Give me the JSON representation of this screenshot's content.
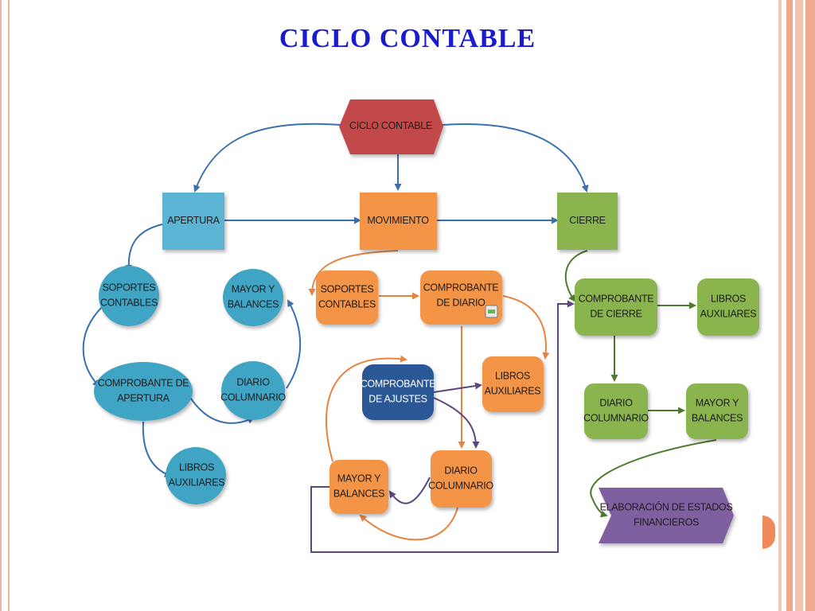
{
  "slide": {
    "title": "CICLO CONTABLE"
  },
  "colors": {
    "title": "#1a1ad0",
    "red": "#c1494a",
    "blue_rect": "#5bb4d4",
    "orange": "#f39446",
    "green": "#8ab44e",
    "cyan_ellipse": "#3fa4c4",
    "navy": "#2c5896",
    "purple": "#7e5f9f",
    "arrow_blue": "#3a6fb0",
    "arrow_orange": "#e8823e",
    "arrow_purple": "#5e4680",
    "arrow_green": "#4f7a2e"
  },
  "diagram": {
    "ciclo_contable": [
      "CICLO CONTABLE"
    ],
    "apertura": [
      "APERTURA"
    ],
    "movimiento": [
      "MOVIMIENTO"
    ],
    "cierre": [
      "CIERRE"
    ],
    "ap_soportes": [
      "SOPORTES",
      "CONTABLES"
    ],
    "ap_mayor": [
      "MAYOR Y",
      "BALANCES"
    ],
    "ap_comprobante": [
      "COMPROBANTE DE",
      "APERTURA"
    ],
    "ap_diario": [
      "DIARIO",
      "COLUMNARIO"
    ],
    "ap_libros": [
      "LIBROS",
      "AUXILIARES"
    ],
    "mv_soportes": [
      "SOPORTES",
      "CONTABLES"
    ],
    "mv_comprobante_diario": [
      "COMPROBANTE",
      "DE DIARIO"
    ],
    "mv_comprobante_ajustes": [
      "COMPROBANTE",
      "DE AJUSTES"
    ],
    "mv_libros": [
      "LIBROS",
      "AUXILIARES"
    ],
    "mv_mayor": [
      "MAYOR Y",
      "BALANCES"
    ],
    "mv_diario": [
      "DIARIO",
      "COLUMNARIO"
    ],
    "ci_comprobante": [
      "COMPROBANTE",
      "DE CIERRE"
    ],
    "ci_libros": [
      "LIBROS",
      "AUXILIARES"
    ],
    "ci_diario": [
      "DIARIO",
      "COLUMNARIO"
    ],
    "ci_mayor": [
      "MAYOR Y",
      "BALANCES"
    ],
    "ci_estados": [
      "ELABORACIÓN DE ESTADOS",
      "FINANCIEROS"
    ]
  }
}
